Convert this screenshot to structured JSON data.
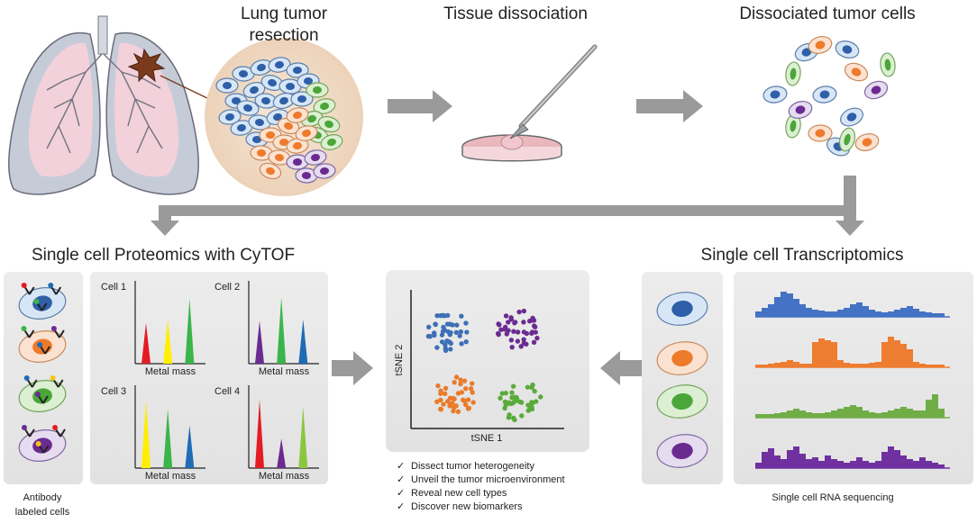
{
  "steps": {
    "resection": [
      "Lung tumor",
      "resection"
    ],
    "dissociation": "Tissue dissociation",
    "dissociated": "Dissociated tumor cells"
  },
  "proteomics": {
    "title": "Single cell Proteomics with CyTOF",
    "antibody_caption": [
      "Antibody",
      "labeled cells"
    ],
    "cells": [
      {
        "label": "Cell 1",
        "peaks": [
          {
            "color": "#e51b24",
            "height": 0.55
          },
          {
            "color": "#ffee00",
            "height": 0.6
          },
          {
            "color": "#3ab54a",
            "height": 0.88
          }
        ]
      },
      {
        "label": "Cell 2",
        "peaks": [
          {
            "color": "#6a2b91",
            "height": 0.58
          },
          {
            "color": "#3ab54a",
            "height": 0.9
          },
          {
            "color": "#1f6bb5",
            "height": 0.6
          }
        ]
      },
      {
        "label": "Cell 3",
        "peaks": [
          {
            "color": "#ffee00",
            "height": 0.92
          },
          {
            "color": "#3ab54a",
            "height": 0.8
          },
          {
            "color": "#1f6bb5",
            "height": 0.58
          }
        ]
      },
      {
        "label": "Cell 4",
        "peaks": [
          {
            "color": "#e51b24",
            "height": 0.93
          },
          {
            "color": "#6a2b91",
            "height": 0.4
          },
          {
            "color": "#8cc63f",
            "height": 0.83
          }
        ]
      }
    ],
    "xlabel": "Metal mass"
  },
  "tsne": {
    "xlabel": "tSNE 1",
    "ylabel": "tSNE 2",
    "clusters": [
      "#3d6fb6",
      "#6a2b91",
      "#e97b2b",
      "#5aab3a"
    ]
  },
  "benefits": [
    "Dissect tumor heterogeneity",
    "Unveil the tumor microenvironment",
    "Reveal new cell types",
    "Discover new biomarkers"
  ],
  "transcriptomics": {
    "title": "Single cell Transcriptomics",
    "caption": "Single cell RNA sequencing",
    "colors": [
      "#4472c4",
      "#ed7d31",
      "#70ad47",
      "#7030a0"
    ]
  },
  "check_icon": "✓"
}
